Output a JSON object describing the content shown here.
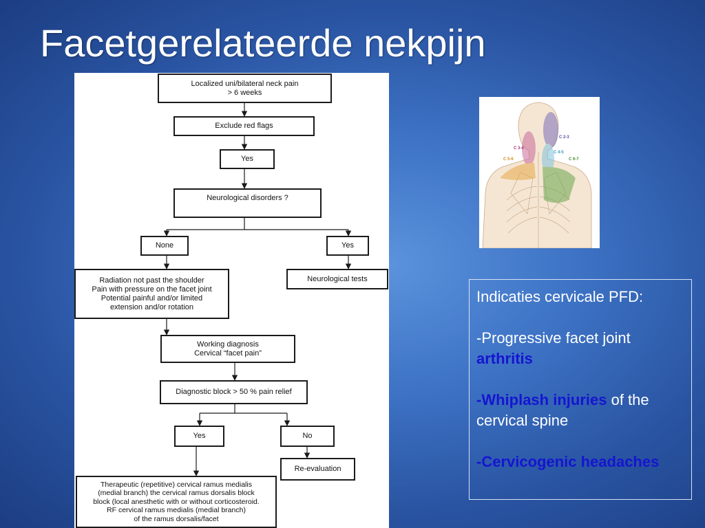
{
  "slide": {
    "title": "Facetgerelateerde nekpijn"
  },
  "flowchart": {
    "nodes": {
      "neck_pain": "Localized uni/bilateral neck pain\n> 6 weeks",
      "red_flags": "Exclude red flags",
      "yes_1": "Yes",
      "neuro_disorders": "Neurological disorders ?",
      "none": "None",
      "yes_2": "Yes",
      "radiation": "Radiation not past the shoulder\nPain with pressure on the facet joint\nPotential painful and/or limited\nextension and/or rotation",
      "neuro_tests": "Neurological tests",
      "working_dx": "Working diagnosis\nCervical “facet pain”",
      "diag_block": "Diagnostic block > 50 % pain relief",
      "yes_3": "Yes",
      "no": "No",
      "reevaluation": "Re-evaluation",
      "therapeutic": "Therapeutic (repetitive) cervical ramus medialis\n(medial branch) the cervical ramus dorsalis block\nblock (local anesthetic with or without corticosteroid.\nRF cervical ramus medialis (medial branch)\nof the ramus dorsalis/facet"
    }
  },
  "anatomy": {
    "labels": [
      "C 2-3",
      "C 3-4",
      "C 4-5",
      "C 5-6",
      "C 6-7"
    ],
    "colors": {
      "c2_3": "#7a6fb8",
      "c3_4": "#c96b9b",
      "c4_5": "#7fc3e0",
      "c5_6": "#e7a94a",
      "c6_7": "#6aa84f"
    }
  },
  "info_box": {
    "heading": "Indicaties cervicale PFD:",
    "item1_plain": "-Progressive facet joint",
    "item1_bold": "arthritis",
    "item2_bold": "-Whiplash injuries",
    "item2_plain": " of the cervical spine",
    "item3_bold": "-Cervicogenic headaches"
  },
  "colors": {
    "highlight": "#1515d0",
    "text": "#ffffff",
    "flow_border": "#1a1a1a"
  }
}
